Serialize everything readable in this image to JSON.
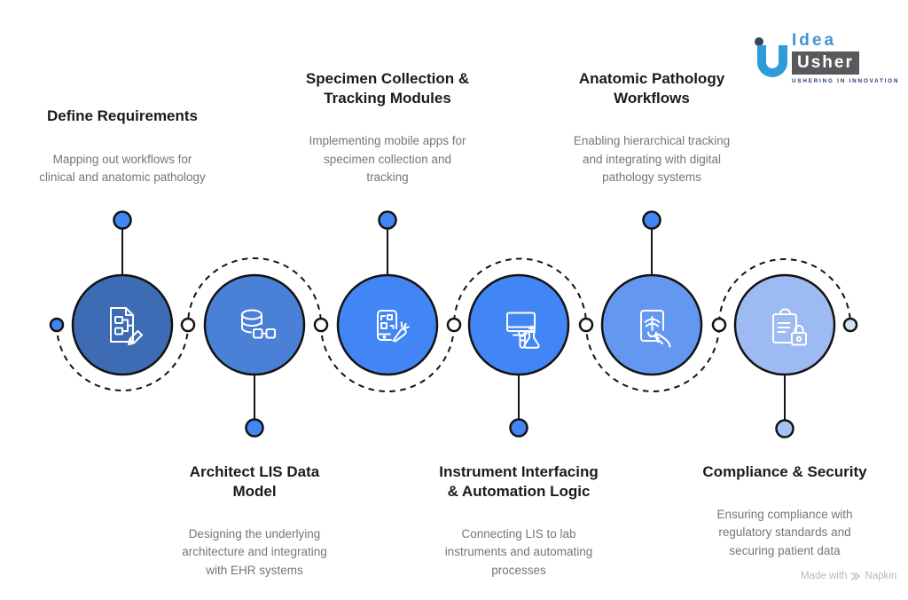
{
  "logo": {
    "brand_top": "Idea",
    "brand_bottom": "Usher",
    "tagline": "USHERING IN INNOVATION",
    "u_color": "#2e9bdb",
    "dot_color": "#37474f"
  },
  "footer": {
    "made_with": "Made with",
    "brand": "Napkin"
  },
  "colors": {
    "line": "#141414",
    "title_text": "#1b1b1b",
    "desc_text": "#767676",
    "icon_stroke": "#ffffff",
    "stem_dot": "#4285f4",
    "stem_dot_last": "#a6c3f3",
    "dot_left": "#4285f4",
    "dot_mid": "#ffffff",
    "dot_right": "#d4e0f7"
  },
  "steps": [
    {
      "title": "Define Requirements",
      "description": "Mapping out workflows for\nclinical and anatomic pathology",
      "icon": "document-flowchart-pencil-icon",
      "color": "#3e6cb4",
      "position": "top"
    },
    {
      "title": "Architect LIS Data\nModel",
      "description": "Designing the underlying\narchitecture and integrating\nwith EHR systems",
      "icon": "database-integration-icon",
      "color": "#4a80d6",
      "position": "bottom"
    },
    {
      "title": "Specimen Collection &\nTracking Modules",
      "description": "Implementing mobile apps for\nspecimen collection and\ntracking",
      "icon": "mobile-qr-specimen-icon",
      "color": "#4285f4",
      "position": "top"
    },
    {
      "title": "Instrument Interfacing\n& Automation Logic",
      "description": "Connecting LIS to lab\ninstruments and automating\nprocesses",
      "icon": "monitor-flask-automation-icon",
      "color": "#4285f4",
      "position": "bottom"
    },
    {
      "title": "Anatomic Pathology\nWorkflows",
      "description": "Enabling hierarchical tracking\nand integrating with digital\npathology systems",
      "icon": "tablet-pathology-hand-icon",
      "color": "#6498f0",
      "position": "top"
    },
    {
      "title": "Compliance & Security",
      "description": "Ensuring compliance with\nregulatory standards and\nsecuring patient data",
      "icon": "clipboard-lock-icon",
      "color": "#9dbbf2",
      "position": "bottom"
    }
  ]
}
